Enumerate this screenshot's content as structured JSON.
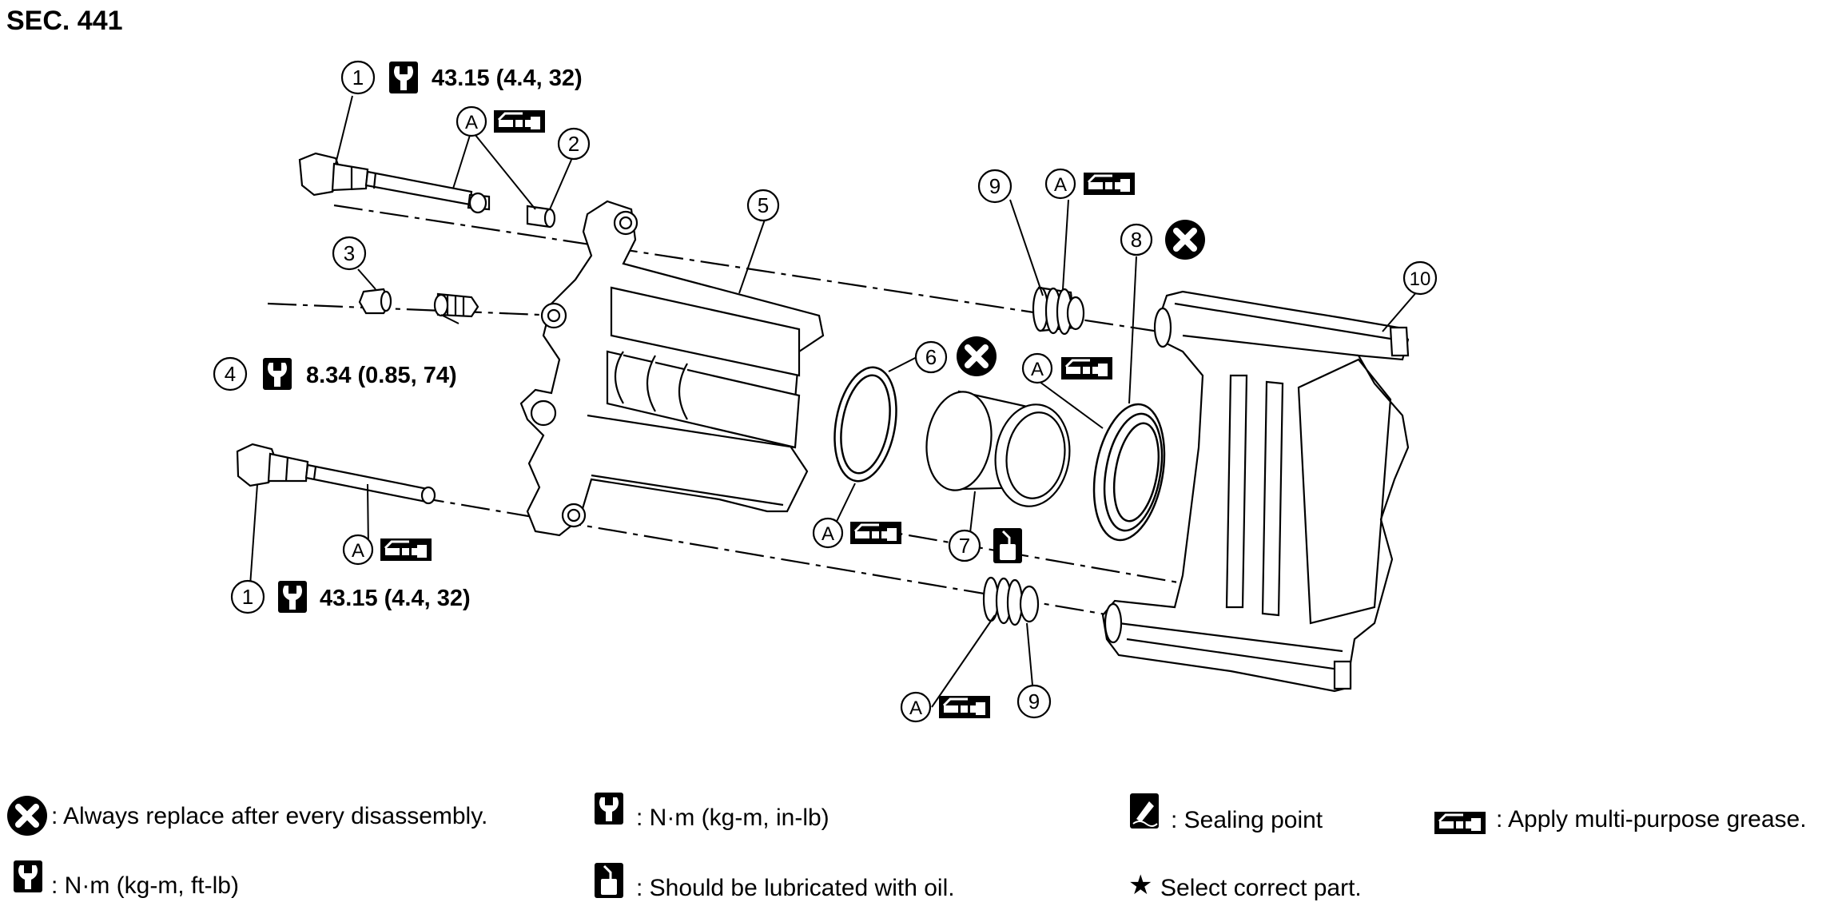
{
  "section_title": "SEC. 441",
  "callouts": {
    "p1_top": "1",
    "p2": "2",
    "p3": "3",
    "p4": "4",
    "p5": "5",
    "p6": "6",
    "p7": "7",
    "p8": "8",
    "p9_top": "9",
    "p9_bottom": "9",
    "p10": "10",
    "p1_bottom": "1",
    "a_pin_top": "A",
    "a_boot_top": "A",
    "a_seal": "A",
    "a_pin_bottom": "A",
    "a_ring": "A",
    "a_boot_bottom": "A"
  },
  "torques": {
    "top_bolt": "43.15 (4.4, 32)",
    "bleeder": "8.34 (0.85, 74)",
    "bottom_bolt": "43.15 (4.4, 32)"
  },
  "legend": {
    "replace": ": Always replace after every disassembly.",
    "nm_inlb": ": N·m (kg-m, in-lb)",
    "sealing": ": Sealing point",
    "grease": ": Apply multi-purpose grease.",
    "nm_ftlb": ": N·m (kg-m, ft-lb)",
    "oil": ": Should be lubricated with oil.",
    "select": "Select correct part."
  },
  "icons": {
    "replace": "replace-x-icon",
    "torque": "torque-wrench-icon",
    "grease": "grease-gun-icon",
    "oil": "oil-can-icon",
    "sealing": "sealing-point-icon",
    "star": "star-icon"
  }
}
